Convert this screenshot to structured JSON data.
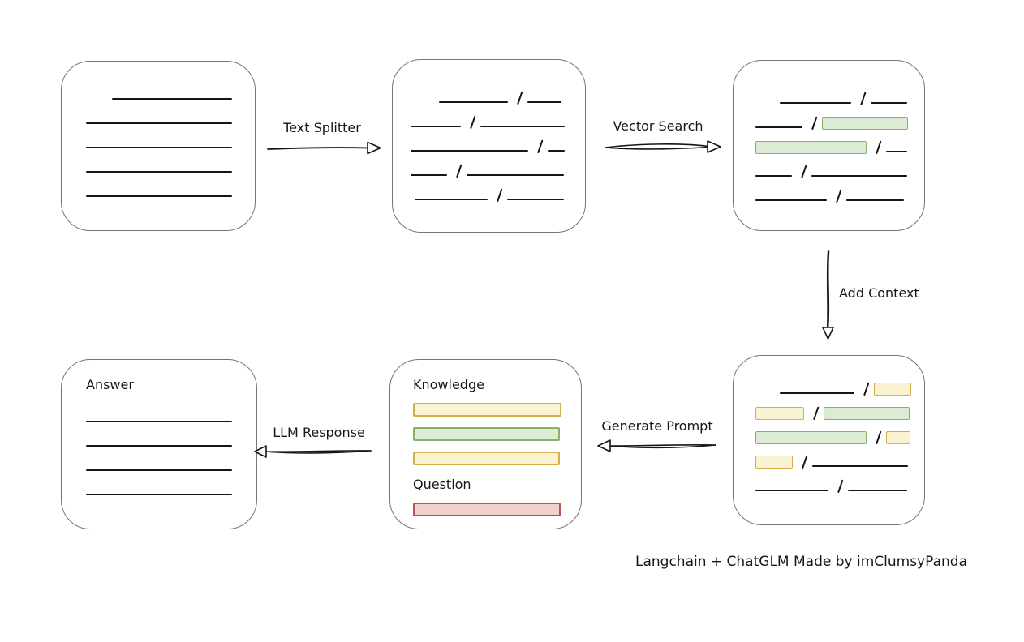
{
  "palette": {
    "ink": "#161616",
    "box_border": "#757575",
    "green_fill": "#dcebd3",
    "green_border": "#85b16a",
    "yellow_fill": "#fbf2d2",
    "yellow_border": "#d6ad4c",
    "red_fill": "#f4d0cc",
    "red_border": "#b65550"
  },
  "labels": {
    "text_splitter": "Text Splitter",
    "vector_search": "Vector Search",
    "add_context": "Add Context",
    "generate_prompt": "Generate Prompt",
    "llm_response": "LLM Response"
  },
  "caption": "Langchain + ChatGLM Made by imClumsyPanda",
  "boxes": {
    "source_document": {
      "rows": [
        {
          "indent": 32,
          "segs": [
            {
              "t": "line",
              "w": 148
            }
          ]
        },
        {
          "segs": [
            {
              "t": "line",
              "w": 180
            }
          ]
        },
        {
          "segs": [
            {
              "t": "line",
              "w": 180
            }
          ]
        },
        {
          "segs": [
            {
              "t": "line",
              "w": 180
            }
          ]
        },
        {
          "segs": [
            {
              "t": "line",
              "w": 180
            }
          ]
        }
      ]
    },
    "split_text": {
      "rows": [
        {
          "indent": 35,
          "segs": [
            {
              "t": "line",
              "w": 85
            },
            {
              "t": "slash"
            },
            {
              "t": "line",
              "w": 42
            }
          ]
        },
        {
          "segs": [
            {
              "t": "line",
              "w": 62
            },
            {
              "t": "slash"
            },
            {
              "t": "line",
              "w": 104
            }
          ]
        },
        {
          "segs": [
            {
              "t": "line",
              "w": 145
            },
            {
              "t": "slash"
            },
            {
              "t": "line",
              "w": 21
            }
          ]
        },
        {
          "segs": [
            {
              "t": "line",
              "w": 45
            },
            {
              "t": "slash"
            },
            {
              "t": "line",
              "w": 120
            }
          ]
        },
        {
          "indent": 5,
          "segs": [
            {
              "t": "line",
              "w": 90
            },
            {
              "t": "slash"
            },
            {
              "t": "line",
              "w": 70
            }
          ]
        }
      ]
    },
    "vector_search_result": {
      "rows": [
        {
          "indent": 30,
          "segs": [
            {
              "t": "line",
              "w": 88
            },
            {
              "t": "slash"
            },
            {
              "t": "line",
              "w": 45
            }
          ]
        },
        {
          "segs": [
            {
              "t": "line",
              "w": 58
            },
            {
              "t": "slash"
            },
            {
              "t": "green",
              "w": 106
            }
          ]
        },
        {
          "segs": [
            {
              "t": "green",
              "w": 137
            },
            {
              "t": "slash"
            },
            {
              "t": "line",
              "w": 26
            }
          ]
        },
        {
          "segs": [
            {
              "t": "line",
              "w": 45
            },
            {
              "t": "slash"
            },
            {
              "t": "line",
              "w": 118
            }
          ]
        },
        {
          "segs": [
            {
              "t": "line",
              "w": 88
            },
            {
              "t": "slash"
            },
            {
              "t": "line",
              "w": 71
            }
          ]
        }
      ]
    },
    "context_added": {
      "rows": [
        {
          "indent": 30,
          "segs": [
            {
              "t": "line",
              "w": 92
            },
            {
              "t": "slash"
            },
            {
              "t": "yellow",
              "w": 46
            }
          ]
        },
        {
          "segs": [
            {
              "t": "yellow",
              "w": 60
            },
            {
              "t": "slash"
            },
            {
              "t": "green",
              "w": 106
            }
          ]
        },
        {
          "segs": [
            {
              "t": "green",
              "w": 137
            },
            {
              "t": "slash"
            },
            {
              "t": "yellow",
              "w": 30
            }
          ]
        },
        {
          "segs": [
            {
              "t": "yellow",
              "w": 46
            },
            {
              "t": "slash"
            },
            {
              "t": "line",
              "w": 118
            }
          ]
        },
        {
          "segs": [
            {
              "t": "line",
              "w": 90
            },
            {
              "t": "slash"
            },
            {
              "t": "line",
              "w": 73
            }
          ]
        }
      ]
    },
    "prompt": {
      "knowledge_label": "Knowledge",
      "question_label": "Question",
      "knowledge_bars": [
        {
          "c": "yellow",
          "w": 183
        },
        {
          "c": "green",
          "w": 181
        },
        {
          "c": "yellow",
          "w": 181
        }
      ],
      "question_bars": [
        {
          "c": "red",
          "w": 182
        }
      ]
    },
    "answer": {
      "title": "Answer",
      "rows": [
        {
          "segs": [
            {
              "t": "line",
              "w": 180
            }
          ]
        },
        {
          "segs": [
            {
              "t": "line",
              "w": 180
            }
          ]
        },
        {
          "segs": [
            {
              "t": "line",
              "w": 180
            }
          ]
        },
        {
          "segs": [
            {
              "t": "line",
              "w": 180
            }
          ]
        }
      ]
    }
  }
}
